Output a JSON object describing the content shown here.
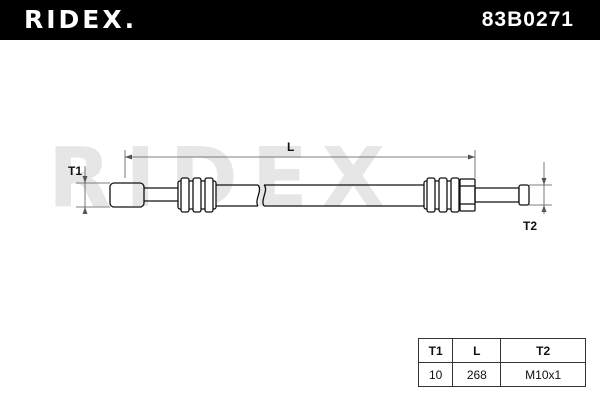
{
  "header": {
    "brand": "RIDEX.",
    "part_number": "83B0271",
    "background_color": "#000000",
    "text_color": "#ffffff"
  },
  "watermark": {
    "text": "RIDEX"
  },
  "drawing": {
    "labels": {
      "t1": "T1",
      "l": "L",
      "t2": "T2"
    }
  },
  "spec_table": {
    "headers": [
      "T1",
      "L",
      "T2"
    ],
    "values": [
      "10",
      "268",
      "M10x1"
    ]
  }
}
